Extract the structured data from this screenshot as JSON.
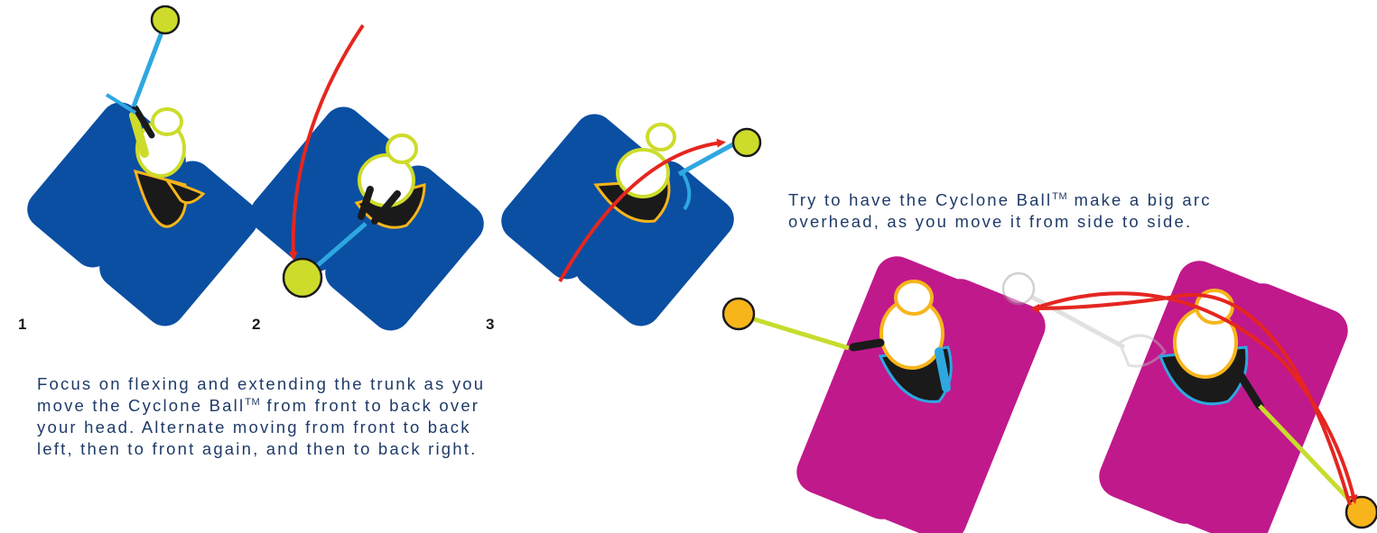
{
  "colors": {
    "mat_blue": "#0b4fa3",
    "mat_magenta": "#c0198c",
    "arrow_red": "#e52620",
    "ball_yellow_green": "#cddc2b",
    "ball_orange": "#f7b51b",
    "rope_blue": "#2ea7e0",
    "rope_green": "#c7dc2e",
    "text_navy": "#1f3b68"
  },
  "steps": [
    "1",
    "2",
    "3"
  ],
  "left_caption": {
    "lines": [
      {
        "before": "Focus on flexing and extending the trunk as you",
        "sup": "",
        "after": ""
      },
      {
        "before": "move the Cyclone Ball",
        "sup": "TM",
        "after": " from front to back over"
      },
      {
        "before": "your head. Alternate moving from front to back",
        "sup": "",
        "after": ""
      },
      {
        "before": "left, then to front again, and then to back right.",
        "sup": "",
        "after": ""
      }
    ]
  },
  "right_caption": {
    "lines": [
      {
        "before": "Try to have the Cyclone Ball",
        "sup": "TM",
        "after": " make a big arc"
      },
      {
        "before": "overhead, as you move it from side to side.",
        "sup": "",
        "after": ""
      }
    ]
  },
  "icons": [
    "exercise-mat-icon",
    "person-kneeling-icon",
    "cyclone-ball-icon",
    "motion-arrow-icon"
  ]
}
